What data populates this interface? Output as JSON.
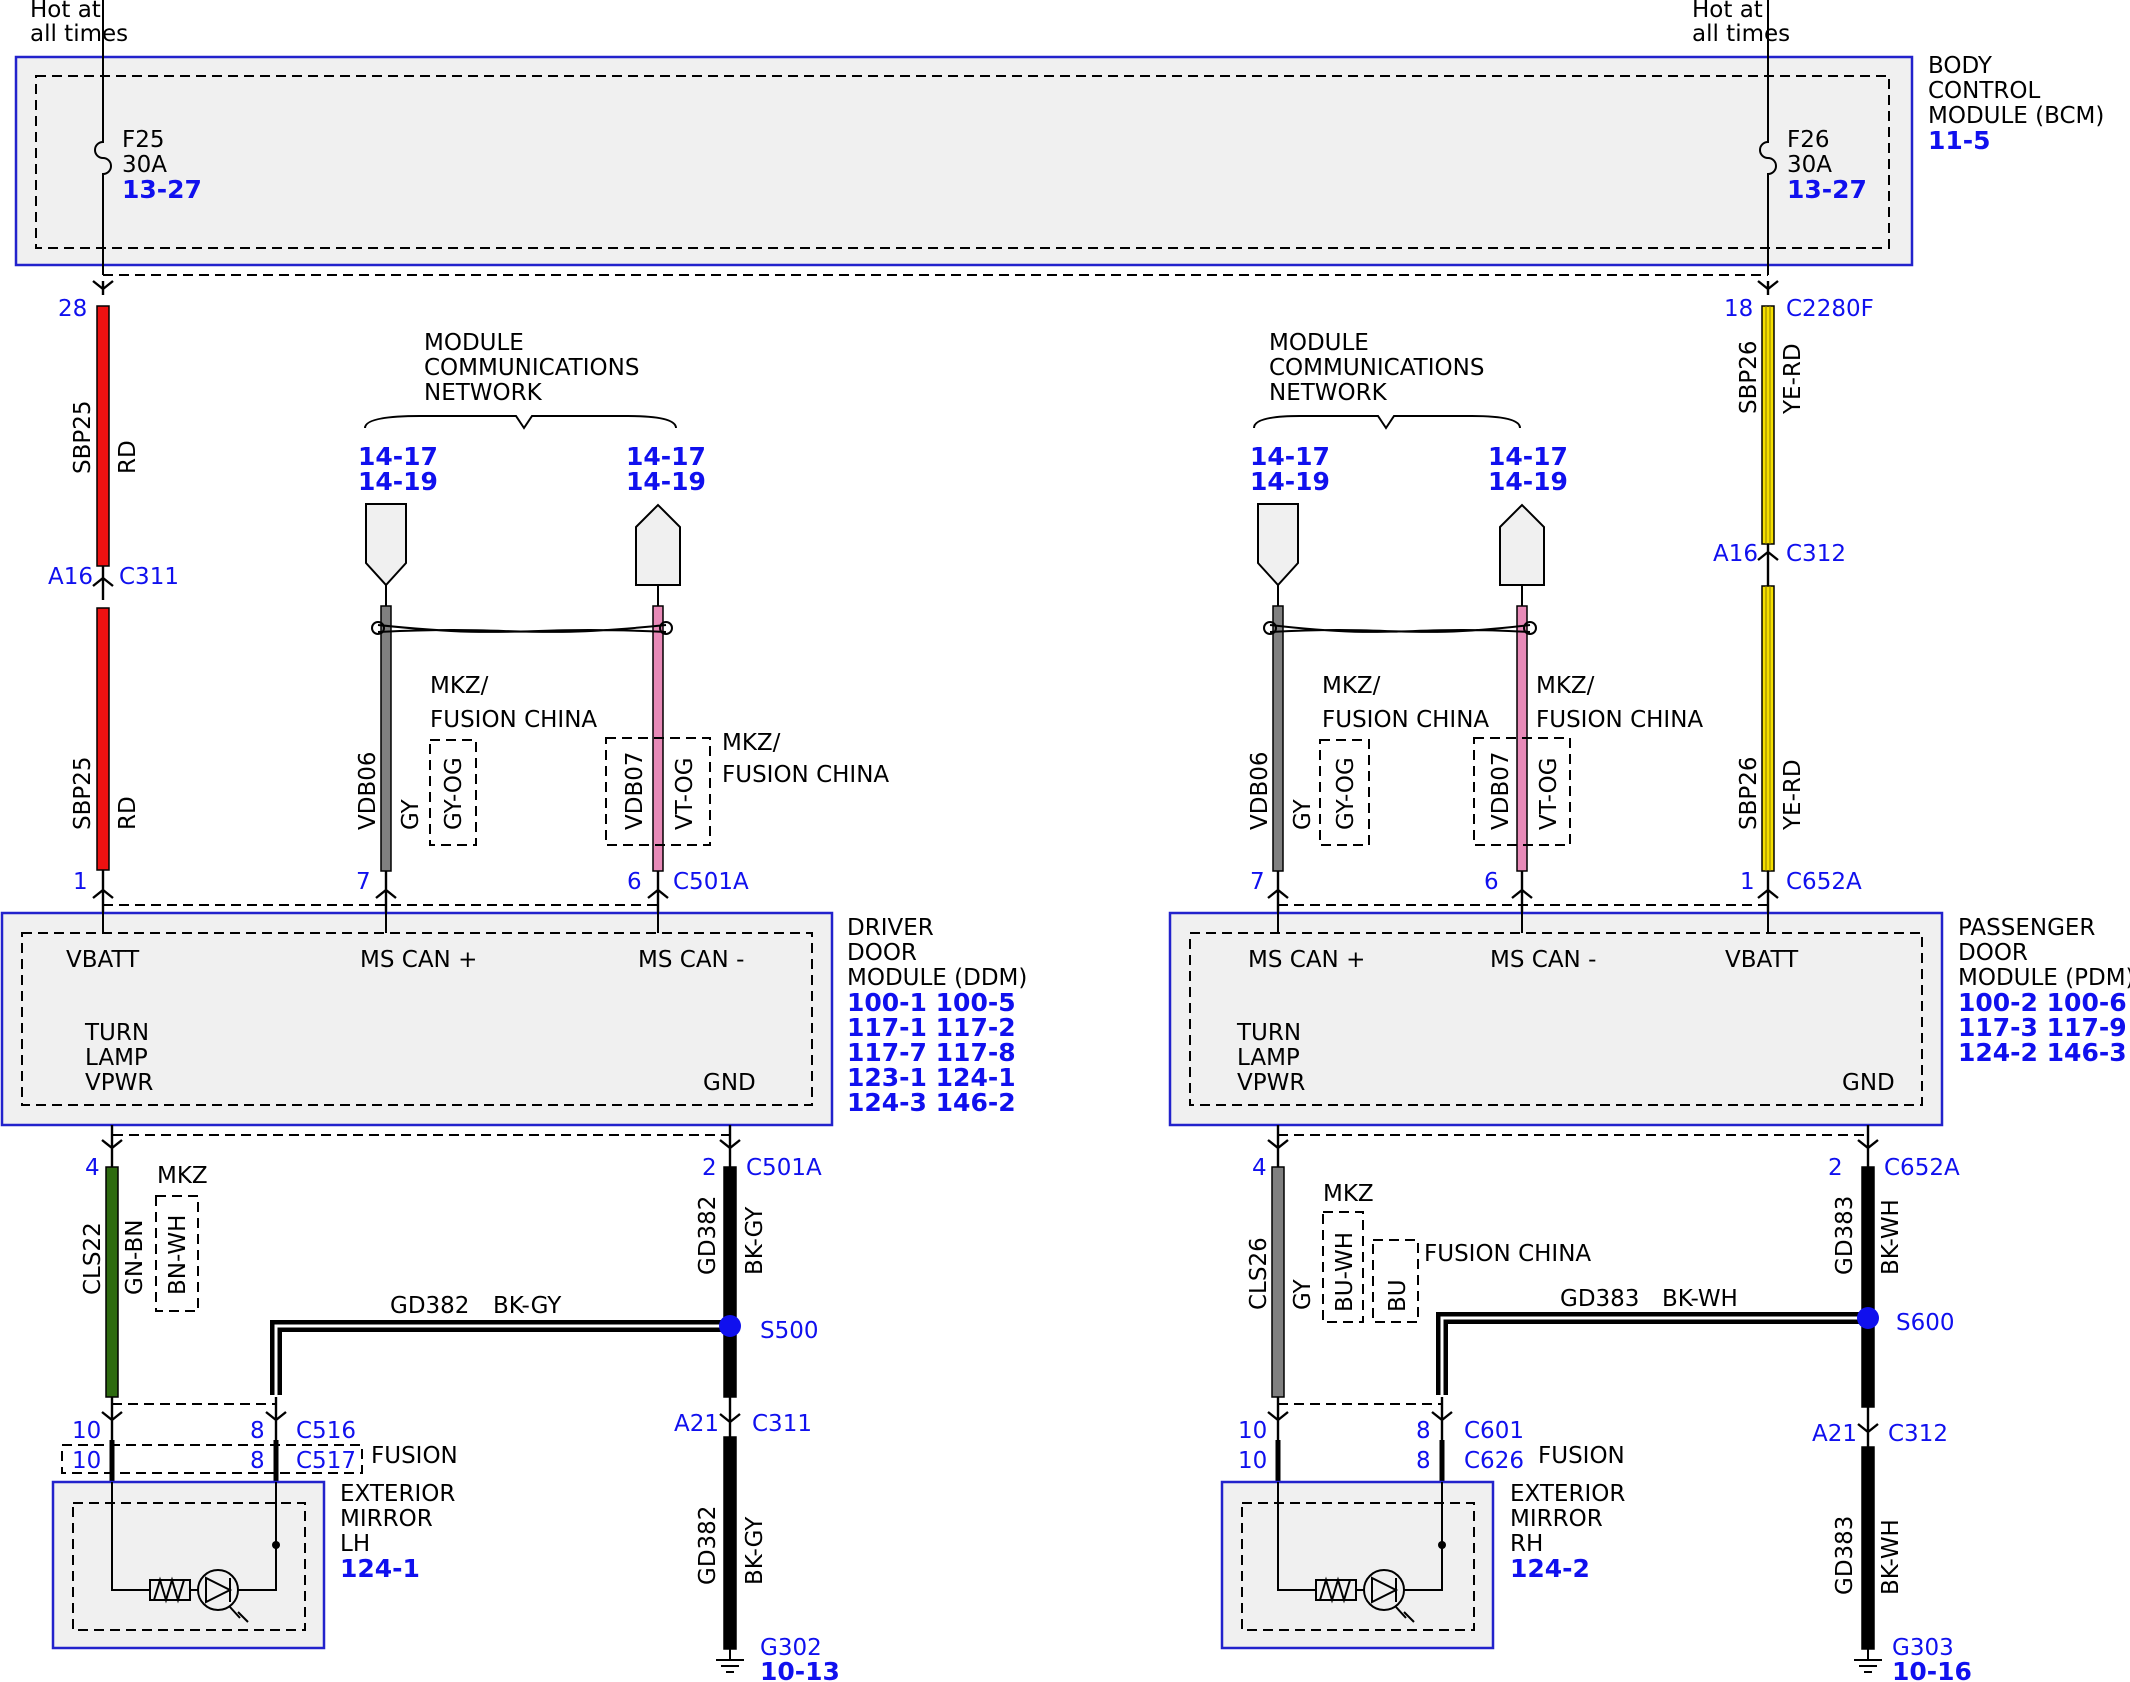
{
  "hot_labels": [
    {
      "line1": "Hot at",
      "line2": "all times"
    },
    {
      "line1": "Hot at",
      "line2": "all times"
    }
  ],
  "bcm": {
    "line1": "BODY",
    "line2": "CONTROL",
    "line3": "MODULE (BCM)",
    "ref": "11-5",
    "fuses": [
      {
        "name": "F25",
        "rating": "30A",
        "ref": "13-27"
      },
      {
        "name": "F26",
        "rating": "30A",
        "ref": "13-27"
      }
    ]
  },
  "network_label": {
    "line1": "MODULE",
    "line2": "COMMUNICATIONS",
    "line3": "NETWORK"
  },
  "network_refs": {
    "line1": "14-17",
    "line2": "14-19"
  },
  "option_labels": {
    "mkz_fusion_china_1": "MKZ/",
    "mkz_fusion_china_2": "FUSION CHINA",
    "mkz": "MKZ",
    "fusion_china": "FUSION CHINA",
    "fusion": "FUSION"
  },
  "wires": {
    "sbp25": "SBP25",
    "rd": "RD",
    "sbp26": "SBP26",
    "ye_rd": "YE-RD",
    "vdb06": "VDB06",
    "gy": "GY",
    "gy_og": "GY-OG",
    "vdb07": "VDB07",
    "vt_og": "VT-OG",
    "cls22": "CLS22",
    "gn_bn": "GN-BN",
    "bn_wh": "BN-WH",
    "cls26": "CLS26",
    "bu_wh": "BU-WH",
    "bu": "BU",
    "gd382": "GD382",
    "bk_gy": "BK-GY",
    "gd383": "GD383",
    "bk_wh": "BK-WH"
  },
  "connectors": {
    "c2280f": "C2280F",
    "c311": "C311",
    "c312": "C312",
    "c501a": "C501A",
    "c652a": "C652A",
    "c516": "C516",
    "c517": "C517",
    "c601": "C601",
    "c626": "C626"
  },
  "pins": {
    "p28": "28",
    "p18": "18",
    "a16": "A16",
    "a21": "A21",
    "p1": "1",
    "p7": "7",
    "p6": "6",
    "p4": "4",
    "p2": "2",
    "p10": "10",
    "p8": "8"
  },
  "splices": {
    "s500": "S500",
    "s600": "S600"
  },
  "grounds": [
    {
      "name": "G302",
      "ref": "10-13"
    },
    {
      "name": "G303",
      "ref": "10-16"
    }
  ],
  "ddm": {
    "line1": "DRIVER",
    "line2": "DOOR",
    "line3": "MODULE (DDM)",
    "refs": [
      "100-1 100-5",
      "117-1 117-2",
      "117-7 117-8",
      "123-1 124-1",
      "124-3 146-2"
    ],
    "pins": {
      "vbatt": "VBATT",
      "mscan_plus": "MS CAN +",
      "mscan_minus": "MS CAN -",
      "turn1": "TURN",
      "turn2": "LAMP",
      "turn3": "VPWR",
      "gnd": "GND"
    }
  },
  "pdm": {
    "line1": "PASSENGER",
    "line2": "DOOR",
    "line3": "MODULE (PDM)",
    "refs": [
      "100-2 100-6",
      "117-3 117-9",
      "124-2 146-3"
    ],
    "pins": {
      "vbatt": "VBATT",
      "mscan_plus": "MS CAN +",
      "mscan_minus": "MS CAN -",
      "turn1": "TURN",
      "turn2": "LAMP",
      "turn3": "VPWR",
      "gnd": "GND"
    }
  },
  "mirror_lh": {
    "line1": "EXTERIOR",
    "line2": "MIRROR",
    "line3": "LH",
    "ref": "124-1"
  },
  "mirror_rh": {
    "line1": "EXTERIOR",
    "line2": "MIRROR",
    "line3": "RH",
    "ref": "124-2"
  },
  "colors": {
    "red": "#ee1111",
    "yellow": "#f5e000",
    "gray": "#808080",
    "pink": "#e88ab8",
    "green": "#2e6b10",
    "black": "#000000",
    "blue_text": "#1010ee",
    "module_fill": "#f0f0f0"
  }
}
